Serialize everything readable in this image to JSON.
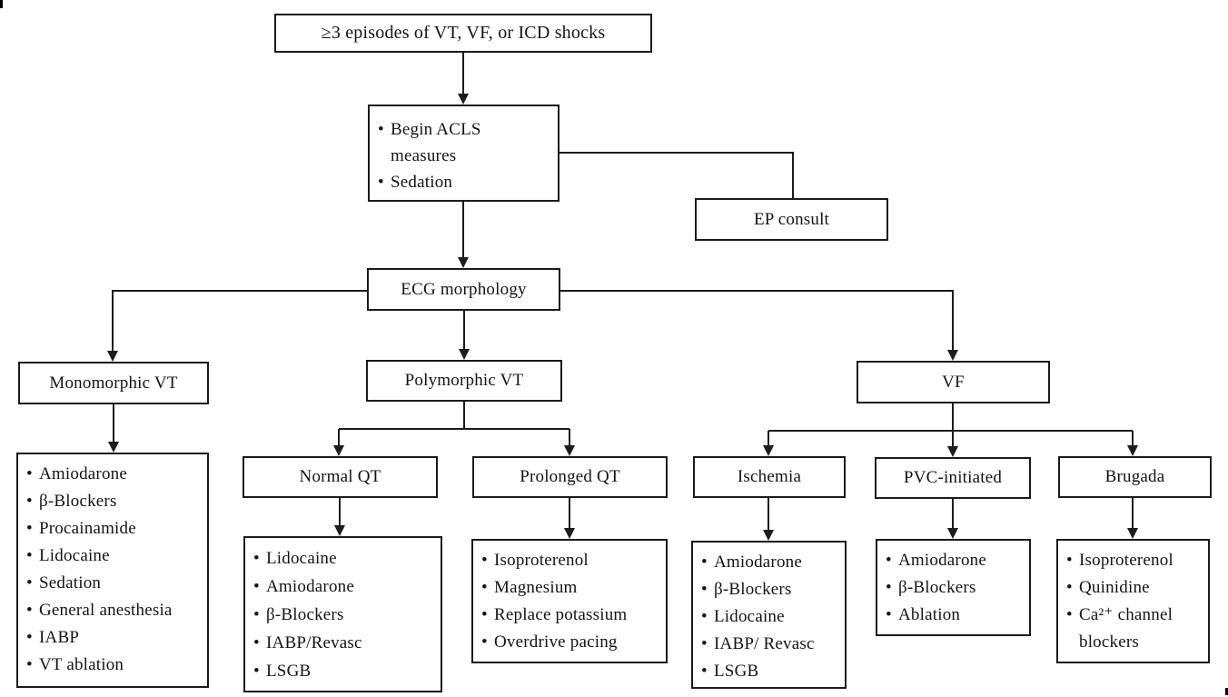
{
  "colors": {
    "ink": "#1b1b1b",
    "background": "#ffffff"
  },
  "nodes": {
    "episodes": {
      "label": "≥3 episodes of VT, VF, or ICD shocks"
    },
    "acls": {
      "items": [
        "Begin ACLS\nmeasures",
        "Sedation"
      ]
    },
    "ep": {
      "label": "EP consult"
    },
    "ecg": {
      "label": "ECG morphology"
    },
    "mono": {
      "label": "Monomorphic VT"
    },
    "poly": {
      "label": "Polymorphic VT"
    },
    "vf": {
      "label": "VF"
    },
    "mono_list": {
      "items": [
        "Amiodarone",
        "β-Blockers",
        "Procainamide",
        "Lidocaine",
        "Sedation",
        "General anesthesia",
        "IABP",
        "VT ablation"
      ]
    },
    "normal_qt": {
      "label": "Normal QT"
    },
    "prolonged_qt": {
      "label": "Prolonged QT"
    },
    "normal_qt_list": {
      "items": [
        "Lidocaine",
        "Amiodarone",
        "β-Blockers",
        "IABP/Revasc",
        "LSGB"
      ]
    },
    "prolonged_qt_list": {
      "items": [
        "Isoproterenol",
        "Magnesium",
        "Replace potassium",
        "Overdrive pacing"
      ]
    },
    "ischemia": {
      "label": "Ischemia"
    },
    "pvc": {
      "label": "PVC-initiated"
    },
    "brugada": {
      "label": "Brugada"
    },
    "ischemia_list": {
      "items": [
        "Amiodarone",
        "β-Blockers",
        "Lidocaine",
        "IABP/ Revasc",
        "LSGB"
      ]
    },
    "pvc_list": {
      "items": [
        "Amiodarone",
        "β-Blockers",
        "Ablation"
      ]
    },
    "brugada_list": {
      "items": [
        "Isoproterenol",
        "Quinidine",
        "Ca²⁺ channel\nblockers"
      ]
    }
  }
}
